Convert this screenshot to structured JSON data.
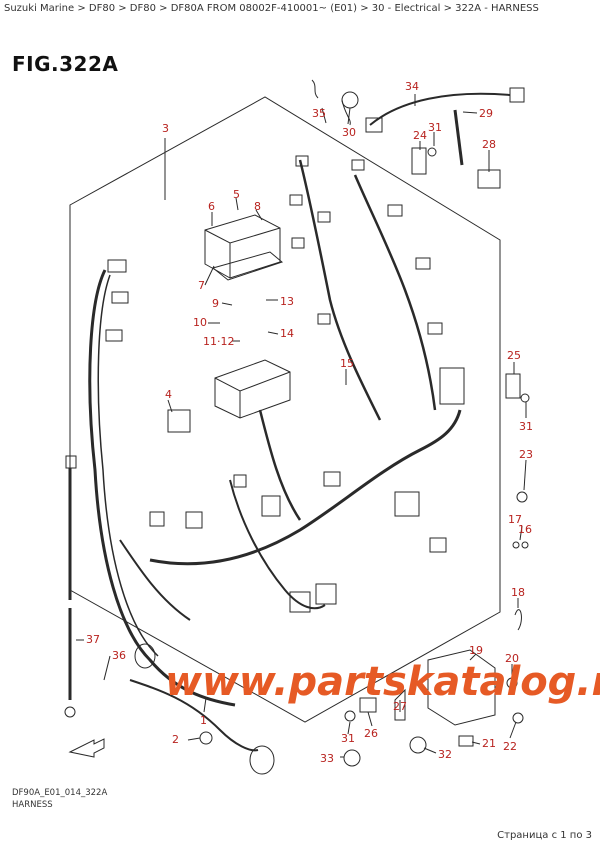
{
  "breadcrumb": "Suzuki Marine > DF80 > DF80 > DF80A FROM 08002F-410001~ (E01) > 30 - Electrical > 322A - HARNESS",
  "figure_title": "FIG.322A",
  "watermark": "www.partskatalog.ru",
  "diagram_ref": "DF90A_E01_014_322A",
  "caption": "HARNESS",
  "pager": "Страница с 1 по 3",
  "part_numbers": {
    "p1": "1",
    "p2": "2",
    "p3": "3",
    "p4": "4",
    "p5": "5",
    "p6": "6",
    "p7": "7",
    "p8": "8",
    "p9": "9",
    "p10": "10",
    "p11": "11",
    "p12": "12",
    "p13": "13",
    "p14": "14",
    "p15": "15",
    "p16": "16",
    "p17": "17",
    "p18": "18",
    "p19": "19",
    "p20": "20",
    "p21": "21",
    "p22": "22",
    "p23": "23",
    "p24": "24",
    "p25": "25",
    "p26": "26",
    "p27": "27",
    "p28": "28",
    "p29": "29",
    "p30": "30",
    "p31a": "31",
    "p31b": "31",
    "p31c": "31",
    "p32": "32",
    "p33": "33",
    "p34": "34",
    "p35": "35",
    "p36": "36",
    "p37": "37",
    "p11_12": "11·12"
  },
  "colors": {
    "label": "#b8231f",
    "line": "#2a2a2a",
    "watermark": "#e65a25"
  }
}
